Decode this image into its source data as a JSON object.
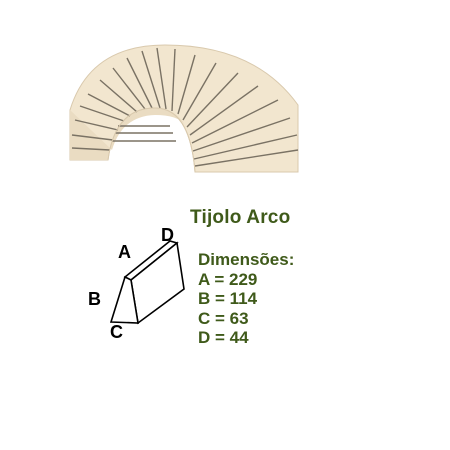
{
  "title": "Tijolo Arco",
  "dimensions_heading": "Dimensões:",
  "dimensions": [
    {
      "label": "A = 229"
    },
    {
      "label": "B = 114"
    },
    {
      "label": "C = 63"
    },
    {
      "label": "D = 44"
    }
  ],
  "diagram_labels": {
    "a": "A",
    "b": "B",
    "c": "C",
    "d": "D"
  },
  "colors": {
    "brick_face": "#f2e6cf",
    "brick_shadow": "#e7d6b8",
    "mortar": "#7a7264",
    "title_green": "#3f5a1a"
  }
}
